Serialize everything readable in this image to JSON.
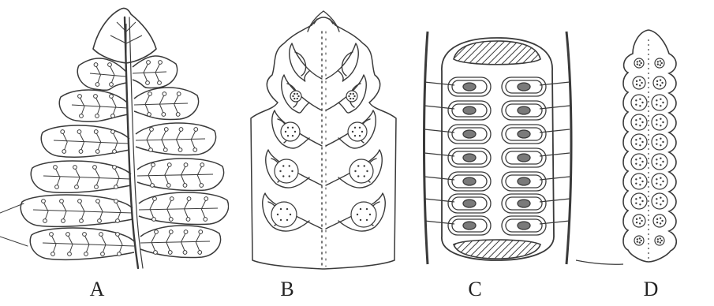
{
  "figure": {
    "panels": [
      {
        "id": "A",
        "label": "A",
        "illustration": "pinnate-fern-leaflet-with-marginal-sori"
      },
      {
        "id": "B",
        "label": "B",
        "illustration": "fertile-pinna-with-recurved-lobes-enclosing-sori"
      },
      {
        "id": "C",
        "label": "C",
        "illustration": "pinnule-with-sori-covered-by-indusia"
      },
      {
        "id": "D",
        "label": "D",
        "illustration": "pinnule-with-two-rows-of-round-sori"
      }
    ]
  },
  "colors": {
    "ink": "#3a3a3a",
    "paper": "#ffffff",
    "shade": "#7a7a7a"
  }
}
